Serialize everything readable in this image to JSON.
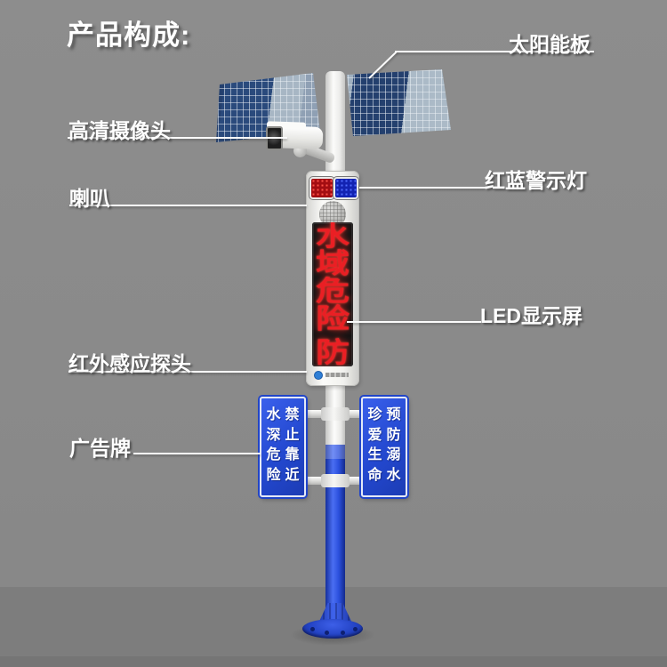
{
  "title": "产品构成:",
  "callouts": {
    "solar": "太阳能板",
    "camera": "高清摄像头",
    "horn": "喇叭",
    "warning": "红蓝警示灯",
    "led": "LED显示屏",
    "ir": "红外感应探头",
    "ad": "广告牌"
  },
  "device": {
    "led_screen": {
      "line1": "水域危险",
      "line2": "防"
    },
    "signs": {
      "left": {
        "columns": [
          "水深危险",
          "禁止靠近"
        ]
      },
      "right": {
        "columns": [
          "珍爱生命",
          "预防溺水"
        ]
      }
    }
  },
  "colors": {
    "background": "#8a8a8a",
    "label_text": "#ffffff",
    "sign_blue": "#2348cf",
    "pole_blue": "#2b50dd",
    "led_red": "#ea1f24",
    "panel_blue": "#24406e",
    "beacon_red": "#a30d12",
    "beacon_blue": "#1323b2",
    "unit_white": "#f2f2ef"
  }
}
